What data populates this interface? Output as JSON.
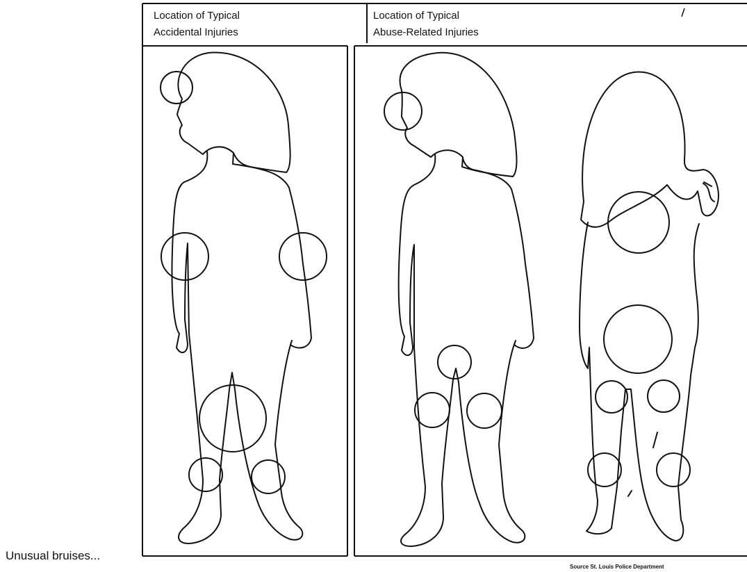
{
  "panels": {
    "accidental": {
      "title_line1": "Location of Typical",
      "title_line2": "Accidental Injuries"
    },
    "abuse": {
      "title_line1": "Location of Typical",
      "title_line2": "Abuse-Related Injuries"
    }
  },
  "caption": "Unusual bruises...",
  "source": "Source   St. Louis Police Department",
  "stroke_color": "#111111"
}
